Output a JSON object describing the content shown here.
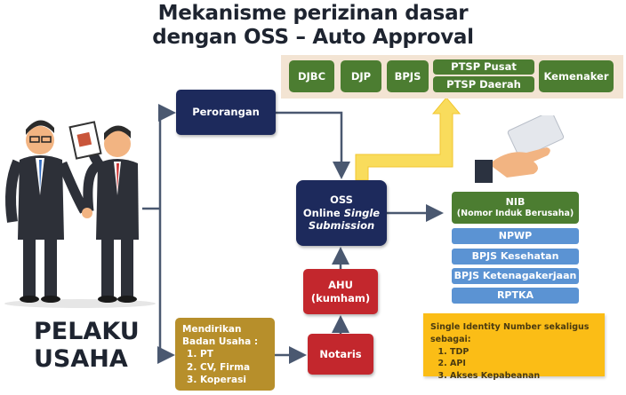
{
  "title": {
    "line1": "Mekanisme perizinan dasar",
    "line2": "dengan OSS – Auto Approval"
  },
  "agencies": {
    "djbc": "DJBC",
    "djp": "DJP",
    "bpjs": "BPJS",
    "ptsp_pusat": "PTSP Pusat",
    "ptsp_daerah": "PTSP Daerah",
    "kemenaker": "Kemenaker"
  },
  "perorangan": "Perorangan",
  "oss": {
    "line1": "OSS",
    "line2a": "Online ",
    "line2b": "Single",
    "line3": "Submission"
  },
  "nib": {
    "line1": "NIB",
    "line2": "(Nomor Induk Berusaha)"
  },
  "outputs": [
    "NPWP",
    "BPJS Kesehatan",
    "BPJS Ketenagakerjaan",
    "RPTKA"
  ],
  "ahu": {
    "line1": "AHU",
    "line2": "(kumham)"
  },
  "notaris": "Notaris",
  "mendirikan": {
    "heading": "Mendirikan Badan Usaha :",
    "items": [
      "PT",
      "CV, Firma",
      "Koperasi"
    ]
  },
  "sin": {
    "heading": "Single Identity Number sekaligus sebagai:",
    "items": [
      "TDP",
      "API",
      "Akses Kepabeanan"
    ]
  },
  "pelaku": {
    "line1": "PELAKU",
    "line2": "USAHA"
  },
  "colors": {
    "green": "#4c7d31",
    "navy": "#1d2a5c",
    "red": "#c3272d",
    "blue": "#5b93d3",
    "gold": "#b78f2b",
    "yellow": "#fbbd16"
  }
}
